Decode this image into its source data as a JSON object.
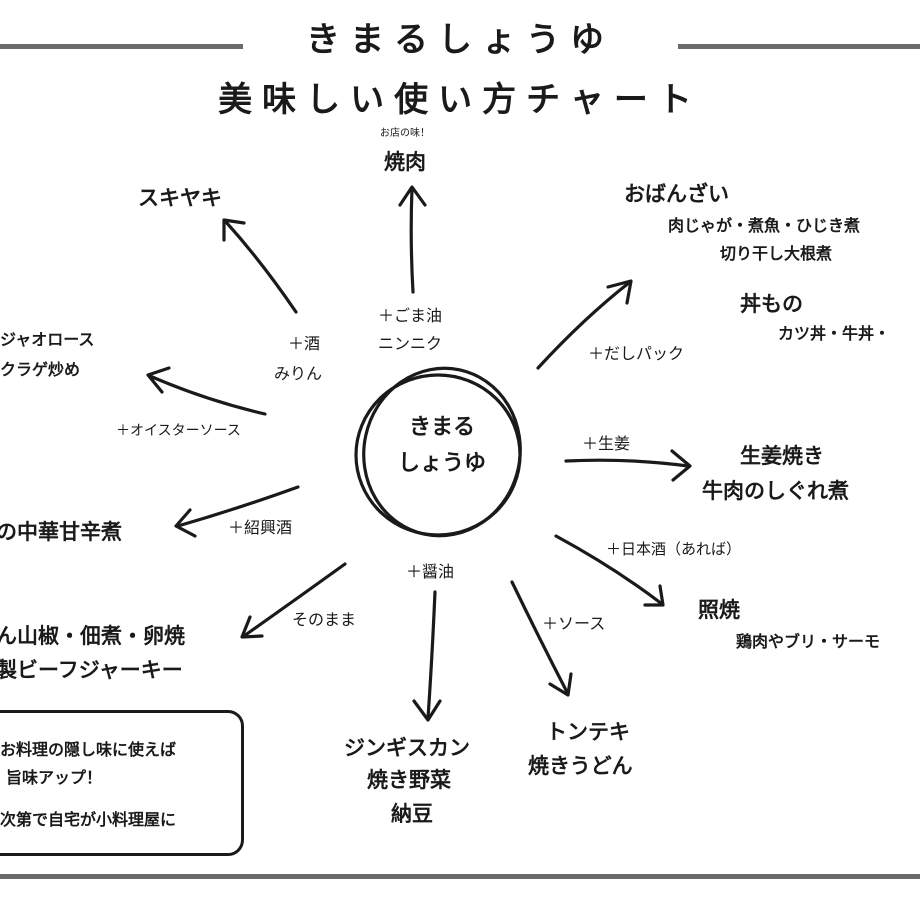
{
  "title": {
    "line1": "きまるしょうゆ",
    "line2": "美味しい使い方チャート"
  },
  "center": {
    "line1": "きまる",
    "line2": "しょうゆ"
  },
  "branches": {
    "yakiniku": {
      "note": "お店の味！",
      "dish": "焼肉",
      "add1": "＋ごま油",
      "add2": "ニンニク"
    },
    "sukiyaki": {
      "dish": "スキヤキ",
      "add1": "＋酒",
      "add2": "みりん"
    },
    "chinjao": {
      "line1": "ジャオロース",
      "line2": "クラゲ炒め",
      "add": "＋オイスターソース"
    },
    "chuka": {
      "dish": "の中華甘辛煮",
      "add": "＋紹興酒"
    },
    "sonomama": {
      "line1": "ん山椒・佃煮・卵焼",
      "line2": "製ビーフジャーキー",
      "add": "そのまま"
    },
    "jingisukan": {
      "add": "＋醤油",
      "line1": "ジンギスカン",
      "line2": "焼き野菜",
      "line3": "納豆"
    },
    "tonteki": {
      "add": "＋ソース",
      "line1": "トンテキ",
      "line2": "焼きうどん"
    },
    "teriyaki": {
      "add": "＋日本酒（あれば）",
      "dish": "照焼",
      "sub": "鶏肉やブリ・サーモ"
    },
    "shogayaki": {
      "add": "＋生姜",
      "line1": "生姜焼き",
      "line2": "牛肉のしぐれ煮"
    },
    "obanzai": {
      "add": "＋だしパック",
      "dish1": "おばんざい",
      "sub1a": "肉じゃが・煮魚・ひじき煮",
      "sub1b": "切り干し大根煮",
      "dish2": "丼もの",
      "sub2": "カツ丼・牛丼・"
    }
  },
  "note": {
    "line1": "お料理の隠し味に使えば",
    "line2": "旨味アップ！",
    "line3": "次第で自宅が小料理屋に"
  }
}
